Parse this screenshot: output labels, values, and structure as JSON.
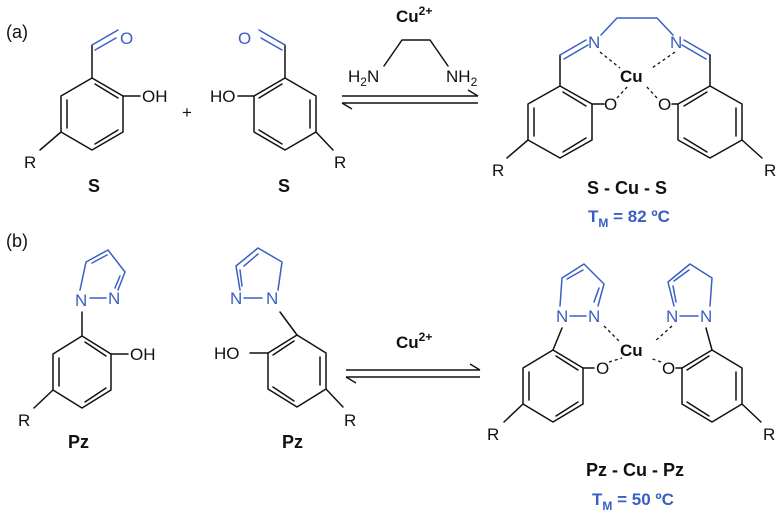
{
  "panel_a": {
    "tag": "(a)",
    "left_label": "S",
    "right_label": "S",
    "product_label": "S - Cu - S",
    "reagent": "Cu",
    "reagent_charge": "2+",
    "diamine_left": "H",
    "diamine_left_sub": "2",
    "diamine_left_n": "N",
    "diamine_right": "NH",
    "diamine_right_sub": "2",
    "tm_prefix": "T",
    "tm_sub": "M",
    "tm_value": " = 82 ºC",
    "plus": "+",
    "oh": "OH",
    "ho": "HO",
    "r": "R",
    "o": "O",
    "n": "N",
    "cu": "Cu"
  },
  "panel_b": {
    "tag": "(b)",
    "left_label": "Pz",
    "right_label": "Pz",
    "product_label": "Pz - Cu - Pz",
    "reagent": "Cu",
    "reagent_charge": "2+",
    "tm_prefix": "T",
    "tm_sub": "M",
    "tm_value": " = 50 ºC",
    "oh": "OH",
    "ho": "HO",
    "r": "R",
    "o": "O",
    "n": "N",
    "cu": "Cu"
  },
  "colors": {
    "highlight": "#3a5fc4",
    "ink": "#111111"
  }
}
